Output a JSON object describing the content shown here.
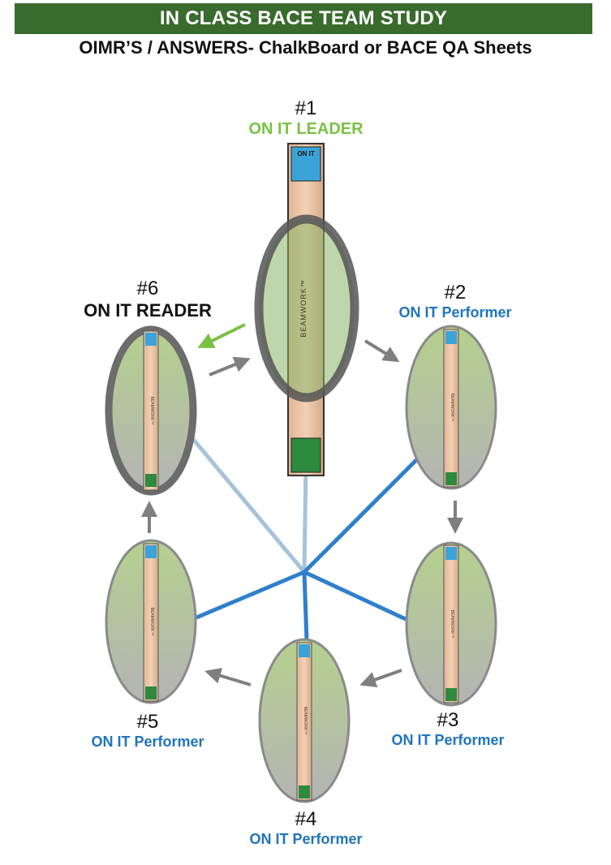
{
  "header": {
    "title": "IN CLASS BACE TEAM STUDY",
    "subtitle": "OIMR’S / ANSWERS-  ChalkBoard or BACE QA Sheets"
  },
  "colors": {
    "banner": "#3a6b2e",
    "leader_green": "#7ac143",
    "performer_blue": "#1f74bd",
    "arrow_gray": "#7f7f7f",
    "hub_line_blue": "#2f7fcc",
    "hub_line_light": "#a7c3d9"
  },
  "board_text": "BEAMWORK™",
  "board_badge_text": "ON IT",
  "positions": [
    {
      "number": "#1",
      "role": "ON IT LEADER"
    },
    {
      "number": "#2",
      "role": "ON IT Performer"
    },
    {
      "number": "#3",
      "role": "ON IT Performer"
    },
    {
      "number": "#4",
      "role": "ON IT Performer"
    },
    {
      "number": "#5",
      "role": "ON IT Performer"
    },
    {
      "number": "#6",
      "role": "ON IT READER"
    }
  ]
}
